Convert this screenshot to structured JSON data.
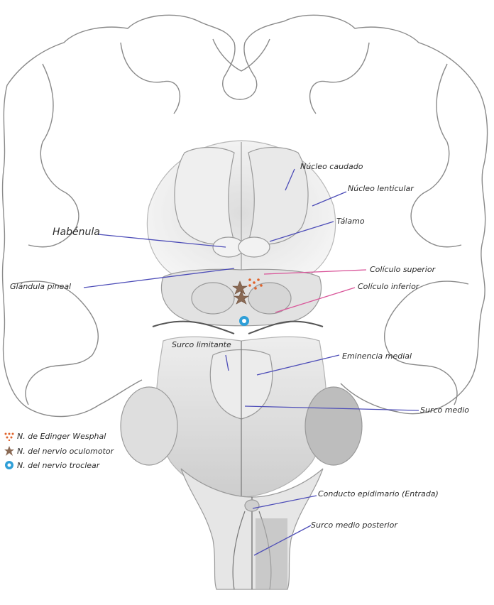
{
  "labels": {
    "nucleo_caudado": "Núcleo caudado",
    "nucleo_lenticular": "Núcleo lenticular",
    "talamo": "Tálamo",
    "habenula": "Habénula",
    "coliculo_superior": "Colículo superior",
    "glandula_pineal": "Glándula pineal",
    "coliculo_inferior": "Colículo inferior",
    "surco_limitante": "Surco limitante",
    "eminencia_medial": "Eminencia medial",
    "surco_medio": "Surco medio",
    "conducto_epidimario": "Conducto epidimario (Entrada)",
    "surco_medio_posterior": "Surco medio posterior"
  },
  "legend": [
    {
      "icon": "dots-icon",
      "color": "#e0622a",
      "text": "N. de Edinger Wesphal"
    },
    {
      "icon": "star-icon",
      "color": "#8a6a55",
      "text": "N. del nervio oculomotor"
    },
    {
      "icon": "circle-icon",
      "color": "#2f9fd8",
      "text": "N. del nervio troclear"
    }
  ],
  "colors": {
    "pointer_blue": "#4d4db8",
    "pointer_pink": "#d9569a",
    "outline": "#8a8a8a"
  }
}
